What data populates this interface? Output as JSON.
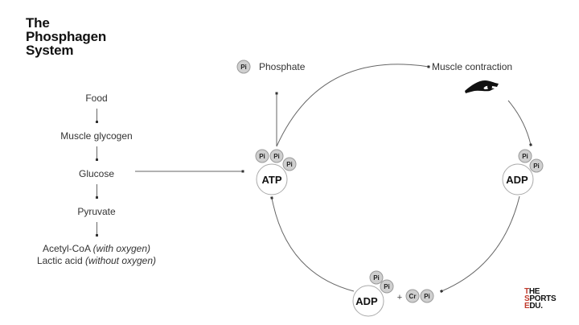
{
  "title": {
    "line1": "The",
    "line2": "Phosphagen",
    "line3": "System"
  },
  "flow": {
    "steps": [
      "Food",
      "Muscle glycogen",
      "Glucose",
      "Pyruvate"
    ],
    "final": {
      "line1_main": "Acetyl-CoA ",
      "line1_note": "(with oxygen)",
      "line2_main": "Lactic acid ",
      "line2_note": "(without oxygen)"
    }
  },
  "cycle": {
    "phosphate_badge": "Pi",
    "phosphate_label": "Phosphate",
    "muscle_label": "Muscle contraction",
    "atp": {
      "label": "ATP",
      "pi": [
        "Pi",
        "Pi",
        "Pi"
      ]
    },
    "adp_right": {
      "label": "ADP",
      "pi": [
        "Pi",
        "Pi"
      ]
    },
    "adp_bottom": {
      "label": "ADP",
      "pi": [
        "Pi",
        "Pi"
      ]
    },
    "plus": "+",
    "creatine": "Cr",
    "creatine_pi": "Pi"
  },
  "logo": {
    "row1_red": "T",
    "row1_rest": "HE",
    "row2_red": "S",
    "row2_rest": "PORTS",
    "row3_red": "E",
    "row3_rest": "DU."
  },
  "colors": {
    "pi_fill": "#cfcfcf",
    "pi_stroke": "#9a9a9a",
    "molecule_stroke": "#aaaaaa",
    "line": "#555555",
    "logo_red": "#c0392b"
  }
}
